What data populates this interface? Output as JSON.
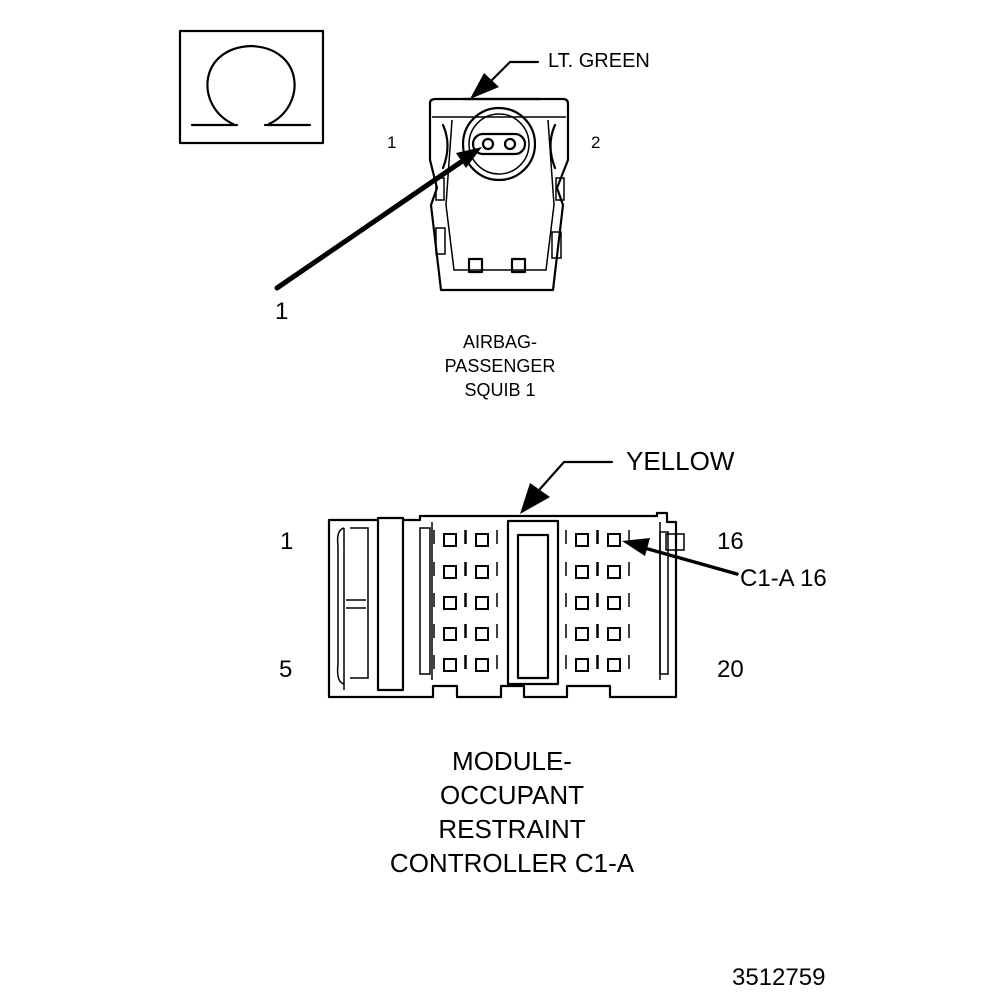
{
  "symbol": {
    "icon": "ohm-icon"
  },
  "squib_connector": {
    "color_label": "LT. GREEN",
    "pin_left": "1",
    "pin_right": "2",
    "callout": "1",
    "title_lines": [
      "AIRBAG-",
      "PASSENGER",
      "SQUIB 1"
    ]
  },
  "orc_connector": {
    "color_label": "YELLOW",
    "pin_top_left": "1",
    "pin_bottom_left": "5",
    "pin_top_right": "16",
    "pin_bottom_right": "20",
    "callout": "C1-A 16",
    "title_lines": [
      "MODULE-",
      "OCCUPANT",
      "RESTRAINT",
      "CONTROLLER C1-A"
    ]
  },
  "figure_number": "3512759"
}
